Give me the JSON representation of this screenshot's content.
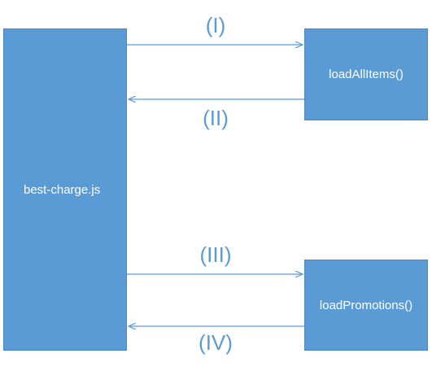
{
  "blocks": {
    "main": "best-charge.js",
    "load_items": "loadAllItems()",
    "load_promotions": "loadPromotions()"
  },
  "steps": {
    "step1": "(I)",
    "step2": "(II)",
    "step3": "(III)",
    "step4": "(IV)"
  },
  "colors": {
    "block_fill": "#5b9bd5",
    "text_on_block": "#ffffff",
    "step_label": "#5b9bd5"
  }
}
